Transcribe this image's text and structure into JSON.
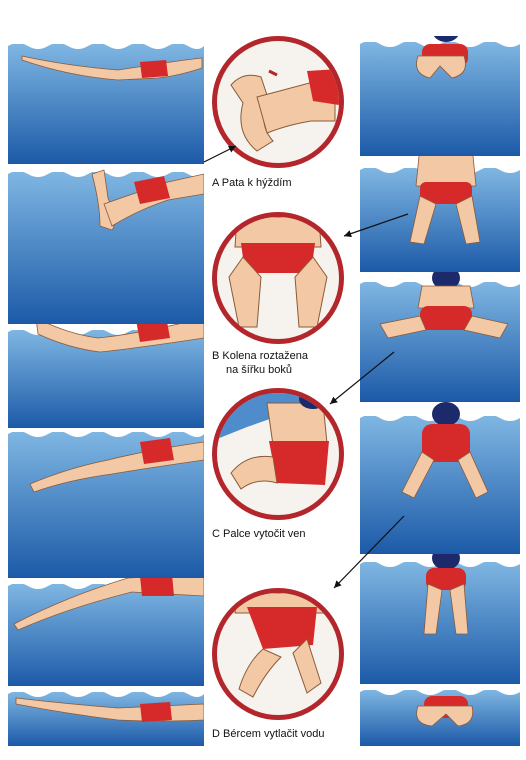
{
  "colors": {
    "water_top": "#6fa8dc",
    "water_bottom": "#1f5fae",
    "skin": "#f2c9a4",
    "suit": "#d62a2a",
    "ring": "#b3262b",
    "cap": "#1c2a6b"
  },
  "captions": {
    "a": "A  Pata k hýždím",
    "b_line1": "B  Kolena roztažena",
    "b_line2": "na šířku boků",
    "c": "C  Palce vytočit ven",
    "d": "D  Bércem vytlačit vodu"
  }
}
